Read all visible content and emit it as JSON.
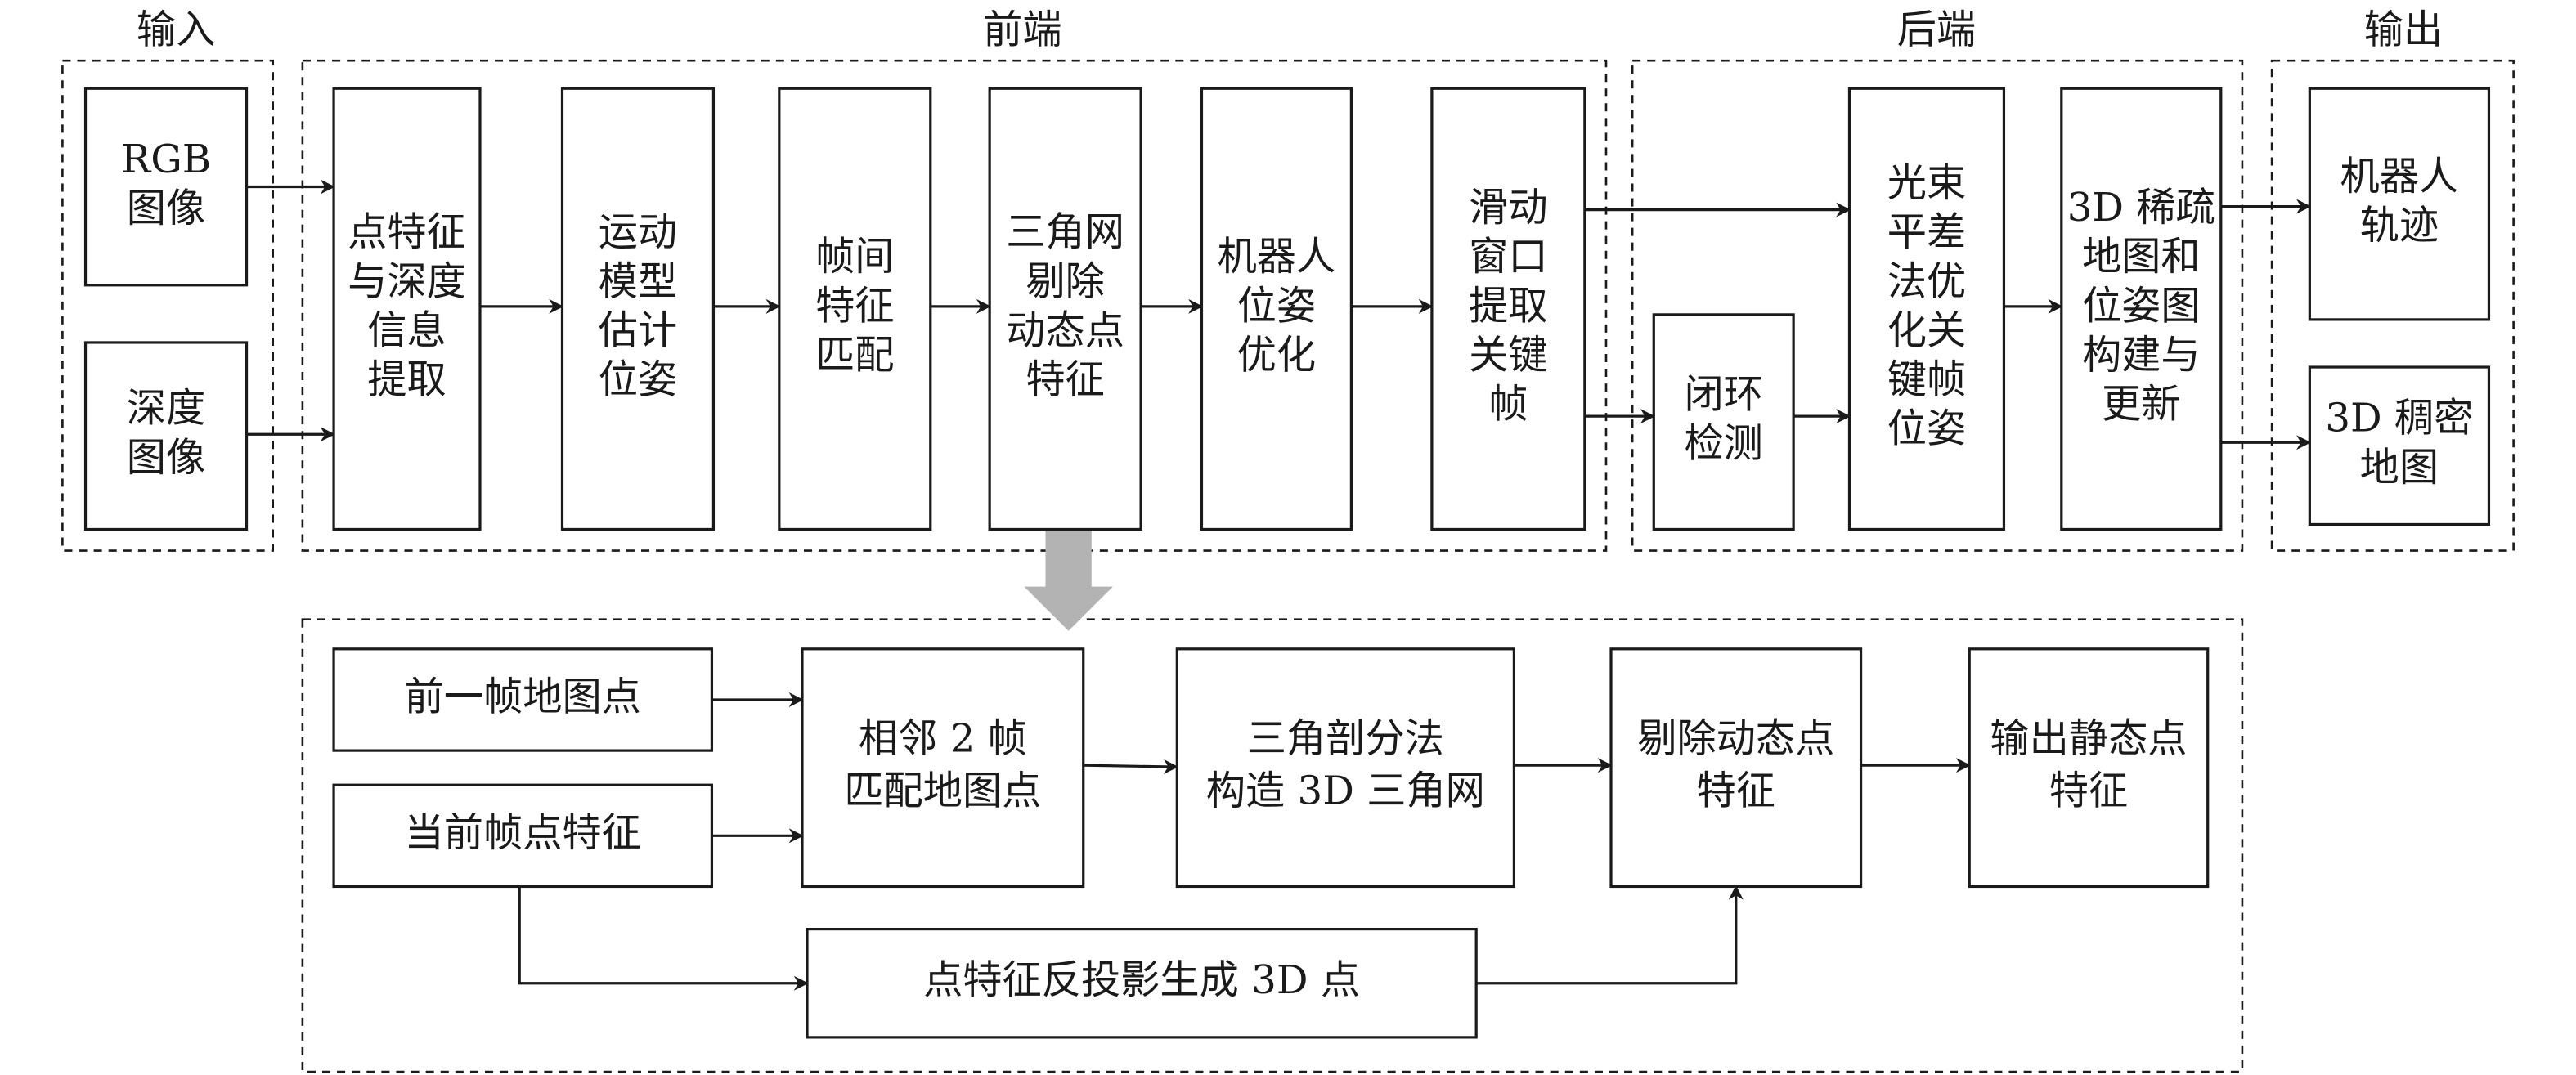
{
  "diagram": {
    "groups": [
      {
        "id": "input",
        "label": "输入"
      },
      {
        "id": "frontend",
        "label": "前端"
      },
      {
        "id": "backend",
        "label": "后端"
      },
      {
        "id": "output",
        "label": "输出"
      },
      {
        "id": "detail",
        "label": ""
      }
    ],
    "nodes": [
      {
        "id": "rgb",
        "group": "input",
        "lines": [
          "RGB",
          "图像"
        ]
      },
      {
        "id": "depth",
        "group": "input",
        "lines": [
          "深度",
          "图像"
        ]
      },
      {
        "id": "feat",
        "group": "frontend",
        "lines": [
          "点特征",
          "与深度",
          "信息",
          "提取"
        ]
      },
      {
        "id": "motion",
        "group": "frontend",
        "lines": [
          "运动",
          "模型",
          "估计",
          "位姿"
        ]
      },
      {
        "id": "match",
        "group": "frontend",
        "lines": [
          "帧间",
          "特征",
          "匹配"
        ]
      },
      {
        "id": "tri",
        "group": "frontend",
        "lines": [
          "三角网",
          "剔除",
          "动态点",
          "特征"
        ]
      },
      {
        "id": "poseopt",
        "group": "frontend",
        "lines": [
          "机器人",
          "位姿",
          "优化"
        ]
      },
      {
        "id": "window",
        "group": "frontend",
        "lines": [
          "滑动",
          "窗口",
          "提取",
          "关键",
          "帧"
        ]
      },
      {
        "id": "loop",
        "group": "backend",
        "lines": [
          "闭环",
          "检测"
        ]
      },
      {
        "id": "ba",
        "group": "backend",
        "lines": [
          "光束",
          "平差",
          "法优",
          "化关",
          "键帧",
          "位姿"
        ]
      },
      {
        "id": "map",
        "group": "backend",
        "lines": [
          "3D 稀疏",
          "地图和",
          "位姿图",
          "构建与",
          "更新"
        ]
      },
      {
        "id": "traj",
        "group": "output",
        "lines": [
          "机器人",
          "轨迹"
        ]
      },
      {
        "id": "dense",
        "group": "output",
        "lines": [
          "3D 稠密",
          "地图"
        ]
      },
      {
        "id": "prev",
        "group": "detail",
        "lines": [
          "前一帧地图点"
        ]
      },
      {
        "id": "cur",
        "group": "detail",
        "lines": [
          "当前帧点特征"
        ]
      },
      {
        "id": "adj",
        "group": "detail",
        "lines": [
          "相邻 2 帧",
          "匹配地图点"
        ]
      },
      {
        "id": "delaunay",
        "group": "detail",
        "lines": [
          "三角剖分法",
          "构造 3D 三角网"
        ]
      },
      {
        "id": "remove",
        "group": "detail",
        "lines": [
          "剔除动态点",
          "特征"
        ]
      },
      {
        "id": "static",
        "group": "detail",
        "lines": [
          "输出静态点",
          "特征"
        ]
      },
      {
        "id": "backproj",
        "group": "detail",
        "lines": [
          "点特征反投影生成 3D 点"
        ]
      }
    ],
    "edges": [
      {
        "from": "rgb",
        "to": "feat"
      },
      {
        "from": "depth",
        "to": "feat"
      },
      {
        "from": "feat",
        "to": "motion"
      },
      {
        "from": "motion",
        "to": "match"
      },
      {
        "from": "match",
        "to": "tri"
      },
      {
        "from": "tri",
        "to": "poseopt"
      },
      {
        "from": "poseopt",
        "to": "window"
      },
      {
        "from": "window",
        "to": "ba"
      },
      {
        "from": "window",
        "to": "loop"
      },
      {
        "from": "loop",
        "to": "ba"
      },
      {
        "from": "ba",
        "to": "map"
      },
      {
        "from": "map",
        "to": "traj"
      },
      {
        "from": "map",
        "to": "dense"
      },
      {
        "from": "tri",
        "to": "detail",
        "style": "expand"
      },
      {
        "from": "prev",
        "to": "adj"
      },
      {
        "from": "cur",
        "to": "adj"
      },
      {
        "from": "adj",
        "to": "delaunay"
      },
      {
        "from": "delaunay",
        "to": "remove"
      },
      {
        "from": "remove",
        "to": "static"
      },
      {
        "from": "cur",
        "to": "backproj"
      },
      {
        "from": "backproj",
        "to": "remove"
      }
    ],
    "colors": {
      "line": "#1a1a1a",
      "expand_arrow": "#b3b3b3",
      "background": "#ffffff"
    }
  }
}
